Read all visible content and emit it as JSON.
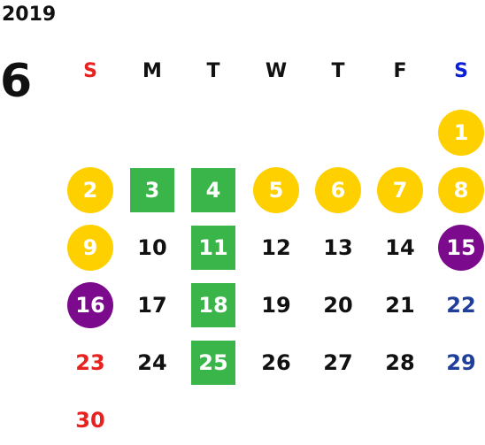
{
  "calendar": {
    "year": "2019",
    "month": "6",
    "colors": {
      "text": "#111111",
      "sunday_red": "#e8231f",
      "saturday_blue": "#1f3f9a",
      "header_sat_blue": "#0b1fd6",
      "yellow": "#ffd000",
      "green": "#3ab549",
      "purple": "#7b0a8c",
      "white": "#ffffff"
    },
    "weekdays": [
      {
        "label": "S",
        "style": "sun"
      },
      {
        "label": "M",
        "style": "normal"
      },
      {
        "label": "T",
        "style": "normal"
      },
      {
        "label": "W",
        "style": "normal"
      },
      {
        "label": "T",
        "style": "normal"
      },
      {
        "label": "F",
        "style": "normal"
      },
      {
        "label": "S",
        "style": "sat"
      }
    ],
    "days": [
      {
        "day": "1",
        "week": 0,
        "col": 6,
        "mark": "yellow"
      },
      {
        "day": "2",
        "week": 1,
        "col": 0,
        "mark": "yellow"
      },
      {
        "day": "3",
        "week": 1,
        "col": 1,
        "mark": "green"
      },
      {
        "day": "4",
        "week": 1,
        "col": 2,
        "mark": "green"
      },
      {
        "day": "5",
        "week": 1,
        "col": 3,
        "mark": "yellow"
      },
      {
        "day": "6",
        "week": 1,
        "col": 4,
        "mark": "yellow"
      },
      {
        "day": "7",
        "week": 1,
        "col": 5,
        "mark": "yellow"
      },
      {
        "day": "8",
        "week": 1,
        "col": 6,
        "mark": "yellow"
      },
      {
        "day": "9",
        "week": 2,
        "col": 0,
        "mark": "yellow"
      },
      {
        "day": "10",
        "week": 2,
        "col": 1,
        "mark": "none"
      },
      {
        "day": "11",
        "week": 2,
        "col": 2,
        "mark": "green"
      },
      {
        "day": "12",
        "week": 2,
        "col": 3,
        "mark": "none"
      },
      {
        "day": "13",
        "week": 2,
        "col": 4,
        "mark": "none"
      },
      {
        "day": "14",
        "week": 2,
        "col": 5,
        "mark": "none"
      },
      {
        "day": "15",
        "week": 2,
        "col": 6,
        "mark": "purple"
      },
      {
        "day": "16",
        "week": 3,
        "col": 0,
        "mark": "purple"
      },
      {
        "day": "17",
        "week": 3,
        "col": 1,
        "mark": "none"
      },
      {
        "day": "18",
        "week": 3,
        "col": 2,
        "mark": "green"
      },
      {
        "day": "19",
        "week": 3,
        "col": 3,
        "mark": "none"
      },
      {
        "day": "20",
        "week": 3,
        "col": 4,
        "mark": "none"
      },
      {
        "day": "21",
        "week": 3,
        "col": 5,
        "mark": "none"
      },
      {
        "day": "22",
        "week": 3,
        "col": 6,
        "mark": "none"
      },
      {
        "day": "23",
        "week": 4,
        "col": 0,
        "mark": "none"
      },
      {
        "day": "24",
        "week": 4,
        "col": 1,
        "mark": "none"
      },
      {
        "day": "25",
        "week": 4,
        "col": 2,
        "mark": "green"
      },
      {
        "day": "26",
        "week": 4,
        "col": 3,
        "mark": "none"
      },
      {
        "day": "27",
        "week": 4,
        "col": 4,
        "mark": "none"
      },
      {
        "day": "28",
        "week": 4,
        "col": 5,
        "mark": "none"
      },
      {
        "day": "29",
        "week": 4,
        "col": 6,
        "mark": "none"
      },
      {
        "day": "30",
        "week": 5,
        "col": 0,
        "mark": "none"
      }
    ]
  }
}
